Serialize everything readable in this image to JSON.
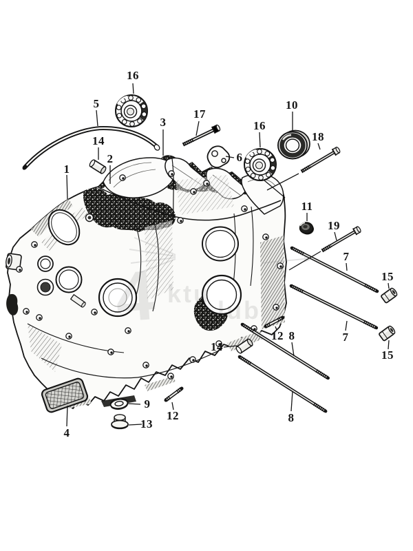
{
  "page": {
    "background_color": "#ffffff",
    "ink_color": "#141414",
    "watermark_color": "#aaaaaa"
  },
  "figure": {
    "description": "Exploded-view parts diagram of an engine crankcase with numbered callouts",
    "watermark": {
      "fragments": [
        "4",
        "ktu",
        "lub"
      ]
    },
    "callouts": [
      {
        "text": "1",
        "target": "crankcase-left-half"
      },
      {
        "text": "2",
        "target": "crankcase-gasket"
      },
      {
        "text": "3",
        "target": "crankcase-right-half"
      },
      {
        "text": "4",
        "target": "oil-filter-screen"
      },
      {
        "text": "5",
        "target": "breather-pipe"
      },
      {
        "text": "6",
        "target": "clamp-bracket"
      },
      {
        "text": "7",
        "target": "stud-long-upper"
      },
      {
        "text": "7",
        "target": "stud-long-lower"
      },
      {
        "text": "8",
        "target": "stud-medium-upper"
      },
      {
        "text": "8",
        "target": "stud-medium-lower"
      },
      {
        "text": "9",
        "target": "sealing-washer"
      },
      {
        "text": "10",
        "target": "oil-seal"
      },
      {
        "text": "11",
        "target": "rubber-cap"
      },
      {
        "text": "12",
        "target": "stud-short-upper"
      },
      {
        "text": "12",
        "target": "stud-short-lower"
      },
      {
        "text": "13",
        "target": "drain-plug-bolt"
      },
      {
        "text": "14",
        "target": "dowel-bushing-upper"
      },
      {
        "text": "14",
        "target": "dowel-bushing-lower"
      },
      {
        "text": "15",
        "target": "cap-nut-upper"
      },
      {
        "text": "15",
        "target": "cap-nut-lower"
      },
      {
        "text": "16",
        "target": "ball-bearing-left"
      },
      {
        "text": "16",
        "target": "ball-bearing-right"
      },
      {
        "text": "17",
        "target": "flange-bolt-short"
      },
      {
        "text": "18",
        "target": "flange-bolt-long"
      },
      {
        "text": "19",
        "target": "flange-bolt-medium"
      }
    ]
  }
}
